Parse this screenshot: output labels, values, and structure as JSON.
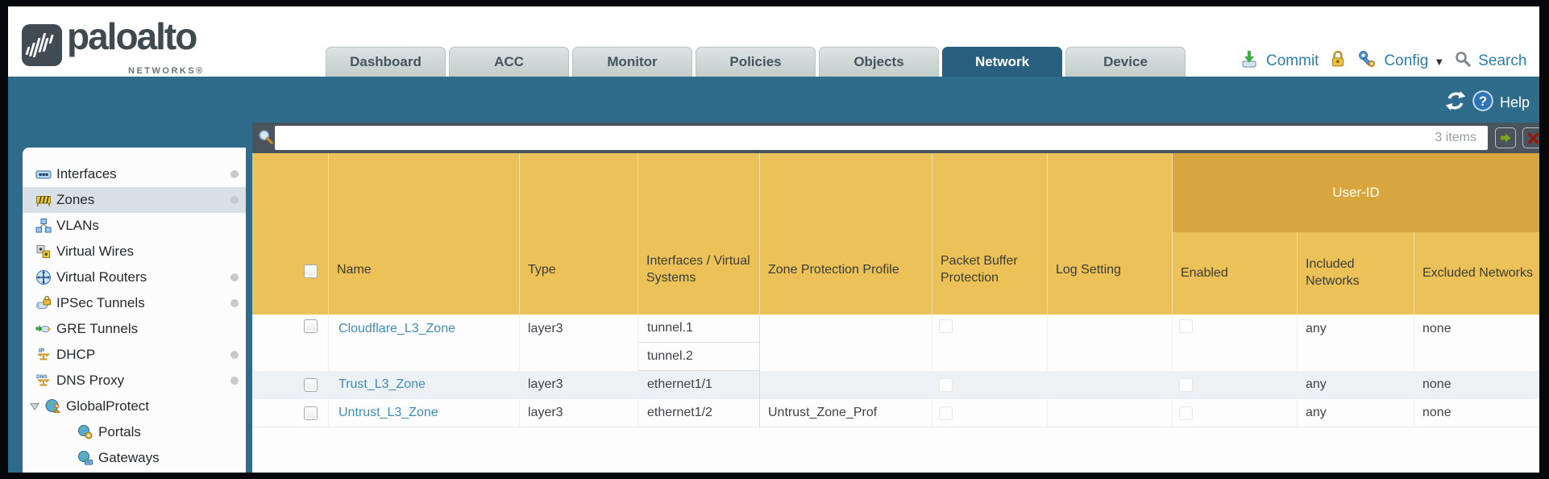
{
  "brand": {
    "name": "paloalto",
    "suffix": "NETWORKS®"
  },
  "nav": {
    "tabs": [
      {
        "label": "Dashboard"
      },
      {
        "label": "ACC"
      },
      {
        "label": "Monitor"
      },
      {
        "label": "Policies"
      },
      {
        "label": "Objects"
      },
      {
        "label": "Network",
        "active": true
      },
      {
        "label": "Device"
      }
    ],
    "commit_label": "Commit",
    "config_label": "Config",
    "search_label": "Search"
  },
  "banner": {
    "help_label": "Help"
  },
  "sidebar": {
    "items": [
      {
        "label": "Interfaces",
        "icon": "interfaces-icon",
        "has_status_dot": true
      },
      {
        "label": "Zones",
        "icon": "zones-icon",
        "has_status_dot": true,
        "selected": true
      },
      {
        "label": "VLANs",
        "icon": "vlans-icon"
      },
      {
        "label": "Virtual Wires",
        "icon": "virtual-wires-icon"
      },
      {
        "label": "Virtual Routers",
        "icon": "virtual-routers-icon",
        "has_status_dot": true
      },
      {
        "label": "IPSec Tunnels",
        "icon": "ipsec-tunnels-icon",
        "has_status_dot": true
      },
      {
        "label": "GRE Tunnels",
        "icon": "gre-tunnels-icon"
      },
      {
        "label": "DHCP",
        "icon": "dhcp-icon",
        "has_status_dot": true
      },
      {
        "label": "DNS Proxy",
        "icon": "dns-proxy-icon",
        "has_status_dot": true
      },
      {
        "label": "GlobalProtect",
        "icon": "globalprotect-icon",
        "expanded": true
      },
      {
        "label": "Portals",
        "icon": "portals-icon",
        "child": true
      },
      {
        "label": "Gateways",
        "icon": "gateways-icon",
        "child": true
      }
    ]
  },
  "toolbar": {
    "items_count": "3 items"
  },
  "table": {
    "group_header": "User-ID",
    "columns": [
      {
        "label": "Name"
      },
      {
        "label": "Type"
      },
      {
        "label": "Interfaces / Virtual Systems"
      },
      {
        "label": "Zone Protection Profile"
      },
      {
        "label": "Packet Buffer Protection"
      },
      {
        "label": "Log Setting"
      },
      {
        "label": "Enabled"
      },
      {
        "label": "Included Networks"
      },
      {
        "label": "Excluded Networks"
      }
    ],
    "rows": [
      {
        "name": "Cloudflare_L3_Zone",
        "type": "layer3",
        "interfaces": [
          "tunnel.1",
          "tunnel.2"
        ],
        "zone_protection_profile": "",
        "log_setting": "",
        "enabled": false,
        "included_networks": "any",
        "excluded_networks": "none"
      },
      {
        "name": "Trust_L3_Zone",
        "type": "layer3",
        "interfaces": [
          "ethernet1/1"
        ],
        "zone_protection_profile": "",
        "log_setting": "",
        "enabled": false,
        "included_networks": "any",
        "excluded_networks": "none"
      },
      {
        "name": "Untrust_L3_Zone",
        "type": "layer3",
        "interfaces": [
          "ethernet1/2"
        ],
        "zone_protection_profile": "Untrust_Zone_Prof",
        "log_setting": "",
        "enabled": false,
        "included_networks": "any",
        "excluded_networks": "none"
      }
    ]
  },
  "colors": {
    "banner_teal": "#2f6c8b",
    "active_tab": "#2a607f",
    "header_amber": "#ecc258",
    "user_id_band": "#d9a63e",
    "toolstrip_slate": "#49545c",
    "link_blue": "#3e8cb8",
    "row_alt": "#edf1f4"
  }
}
